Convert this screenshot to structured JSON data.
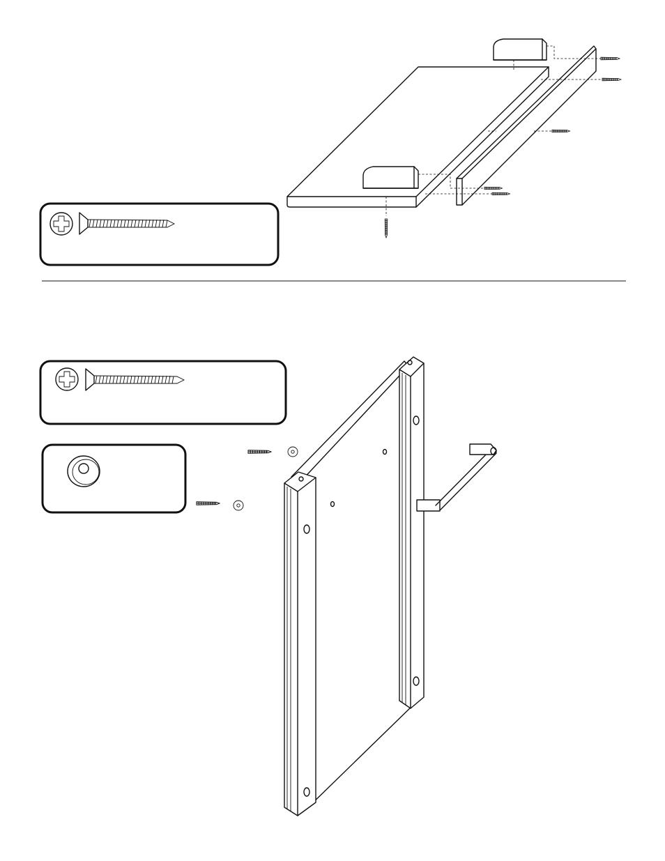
{
  "figure": {
    "sections": [
      {
        "id": "top-section",
        "parts": [
          "table-top",
          "side-rail",
          "support-block-rear",
          "support-block-front"
        ],
        "hardware": [
          "flat-head-screw"
        ]
      },
      {
        "id": "bottom-section",
        "parts": [
          "side-frame",
          "towel-bar"
        ],
        "hardware": [
          "flat-head-screw",
          "washer"
        ]
      }
    ],
    "icons": {
      "screw": "phillips-flat-head-screw-icon",
      "washer": "washer-icon"
    },
    "colors": {
      "line": "#111111",
      "background": "#ffffff"
    }
  }
}
